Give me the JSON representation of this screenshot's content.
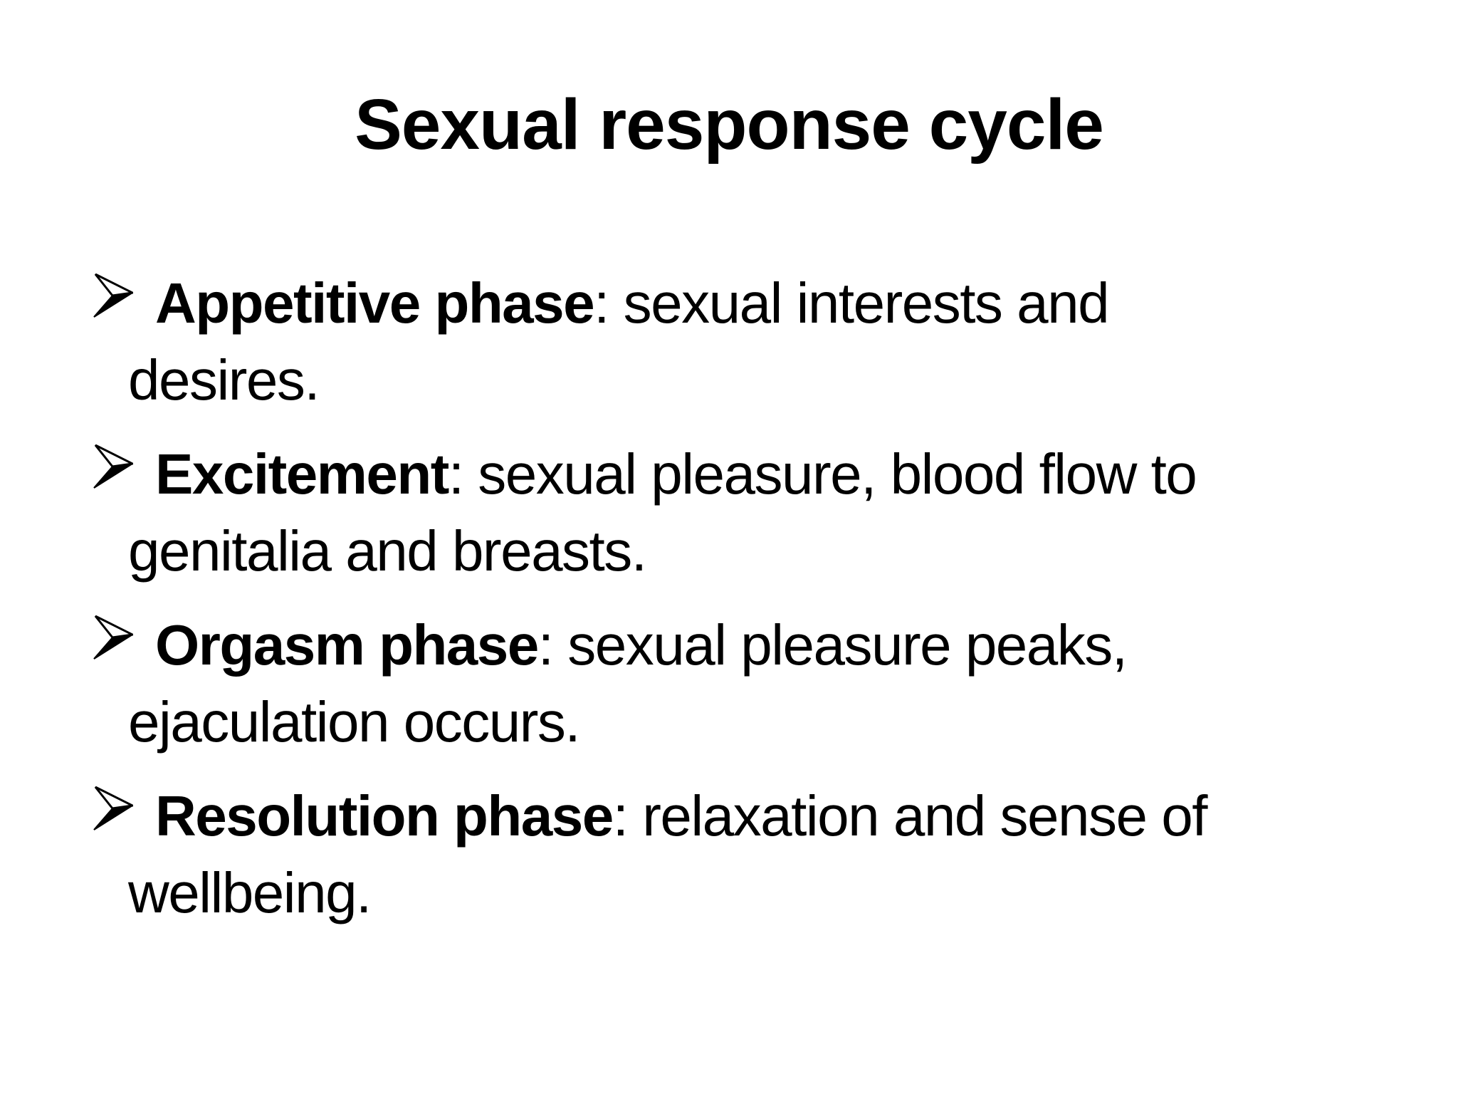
{
  "slide": {
    "title": "Sexual response cycle",
    "bullets": [
      {
        "term": "Appetitive phase",
        "line1_rest": ": sexual interests and",
        "line2": "desires."
      },
      {
        "term": "Excitement",
        "line1_rest": ": sexual pleasure, blood flow to",
        "line2": "genitalia and breasts."
      },
      {
        "term": "Orgasm phase",
        "line1_rest": ": sexual pleasure peaks,",
        "line2": "ejaculation occurs."
      },
      {
        "term": "Resolution phase",
        "line1_rest": ": relaxation and sense of",
        "line2": "wellbeing."
      }
    ],
    "bullet_icon": "three-d-rightwards-arrowhead",
    "colors": {
      "background": "#ffffff",
      "text": "#000000"
    }
  }
}
